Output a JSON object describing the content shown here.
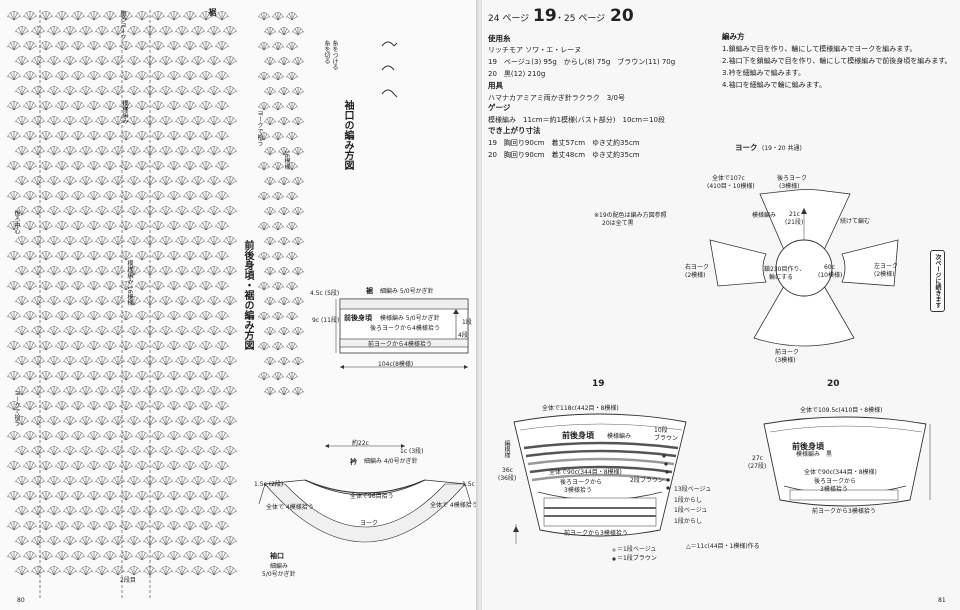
{
  "left_page": {
    "page_number": "80",
    "sleeve_title": "袖口の編み方図",
    "body_title": "前後身頃・裾の編み方図",
    "labels": {
      "susoz": "裾",
      "yoke_base": "ヨーク",
      "back_yoke": "後ろヨーク",
      "front_yoke": "前ヨーク",
      "side": "脇",
      "pattern": "模様編み",
      "pattern_16": "模様編み 16模様",
      "hem_4": "4模様",
      "mae": "前",
      "back_center": "後ろ中心",
      "sleeve_16": "16模様",
      "yoke_join": "ヨークで拾う",
      "ringstart": "2段目",
      "yoke_pick": "ヨークで拾う"
    },
    "legend": {
      "l1": "糸をつける",
      "l2": "糸を切る"
    },
    "hem_chart": {
      "suso": "裾",
      "suso_note": "細編み 5/0号かぎ針",
      "body_label": "前後身頃",
      "body_note": "模様編み 5/0号かぎ針",
      "back_pick": "後ろヨークから4模様拾う",
      "front_pick": "前ヨークから4模様拾う",
      "width": "104c(8模様)",
      "dim_a": "4.5c (5段)",
      "dim_b": "9c (11段)",
      "row1": "1段",
      "row4": "4段"
    },
    "collar_chart": {
      "width_top": "約22c",
      "collar_label": "衿",
      "collar_note": "細編み 4/0号かぎ針",
      "right_dim": "1c (3段)",
      "all_around": "全体で96目拾う",
      "yoke": "ヨーク",
      "left_dim": "1.5c (2段)",
      "right_dim2": "1.5c (2段)",
      "left_pick": "全体で 4模様拾う",
      "right_pick": "全体で 4模様拾う",
      "cuff_label": "袖口",
      "cuff_note1": "細編み",
      "cuff_note2": "5/0号かぎ針"
    }
  },
  "right_page": {
    "page_number": "81",
    "header": {
      "prefix": "24 ページ",
      "num1": "19",
      "mid": "・25 ページ",
      "num2": "20"
    },
    "materials": {
      "title": "使用糸",
      "line1": "リッチモア ソワ・エ・レーヌ",
      "line2": "19　ベージュ(3) 95g　からし(8) 75g　ブラウン(11) 70g",
      "line3": "20　黒(12) 210g"
    },
    "tools": {
      "title": "用具",
      "line1": "ハマナカアミアミ両かぎ針ラクラク　3/0号"
    },
    "gauge": {
      "title": "ゲージ",
      "line1": "模様編み　11cm＝約1模様(バスト部分)　10cm＝10段"
    },
    "size": {
      "title": "でき上がり寸法",
      "line1": "19　胸回り90cm　着丈57cm　ゆき丈約35cm",
      "line2": "20　胸回り90cm　着丈48cm　ゆき丈約35cm"
    },
    "method": {
      "title": "編み方",
      "steps": [
        "1.鎖編みで目を作り、輪にして模様編みでヨークを編みます。",
        "2.袖口下を鎖編みで目を作り、輪にして模様編みで前後身頃を編みます。",
        "3.衿を細編みで編みます。",
        "4.袖口を細編みで輪に編みます。"
      ]
    },
    "note": {
      "line1": "※19の配色は編み方図参照",
      "line2": "20は全て黒"
    },
    "next_page": "次ページに続きます",
    "yoke_diagram": {
      "title": "ヨーク",
      "sub": "(19・20 共通)",
      "top": "全体で107c",
      "top2": "(410目・10模様)",
      "back_yoke": "後ろヨーク",
      "back_yoke2": "(3模様)",
      "pattern": "模様編み",
      "c21": "21c",
      "c21b": "(21段)",
      "continue": "続けて編む",
      "right": "右ヨーク",
      "right2": "(2模様)",
      "left": "左ヨーク",
      "left2": "(2模様)",
      "center1": "鎖230目作り、",
      "center2": "輪にする",
      "c60": "60c",
      "c60b": "(10模様)",
      "front_yoke": "前ヨーク",
      "front_yoke2": "(3模様)"
    },
    "chart19": {
      "label": "19",
      "top": "全体で118c(442目・8模様)",
      "body": "前後身頃",
      "pattern": "模様編み",
      "rows10": "10段",
      "brown": "ブラウン",
      "side1": "編模様",
      "c36": "36c",
      "c36b": "(36段)",
      "inner1": "全体で90c(344目・8模様)",
      "inner2": "後ろヨークから",
      "inner3": "3模様拾う",
      "rows2": "2段ブラウン",
      "rows13": "13段ベージュ",
      "karashi1": "1段からし",
      "beige1": "1段ベージュ",
      "karashi2": "1段からし",
      "front": "前ヨークから3模様拾う",
      "legend1": "＝1段ベージュ",
      "legend2": "＝1段ブラウン",
      "triangle": "△＝11c(44目・1模様)作る"
    },
    "chart20": {
      "label": "20",
      "top": "全体で109.5c(410目・8模様)",
      "body": "前後身頃",
      "pattern": "模様編み　黒",
      "c27": "27c",
      "c27b": "(27段)",
      "inner1": "全体で90c(344目・8模様)",
      "inner2": "後ろヨークから",
      "inner3": "3模様拾う",
      "front": "前ヨークから3模様拾う"
    }
  }
}
